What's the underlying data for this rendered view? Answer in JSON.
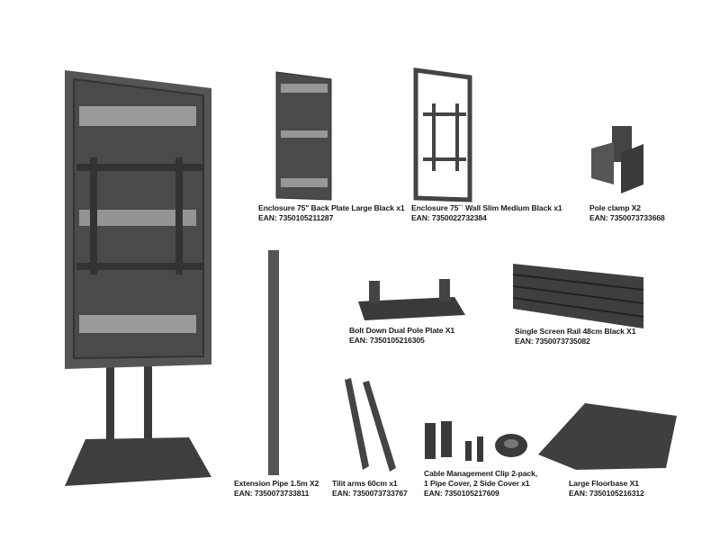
{
  "colors": {
    "product": "#4a4a4a",
    "dark": "#2e2e2e",
    "background": "#ffffff"
  },
  "items": [
    {
      "name": "Enclosure 75\" Back Plate Large Black x1",
      "ean": "EAN: 7350105211287"
    },
    {
      "name": "Enclosure 75`` Wall Slim Medium Black x1",
      "ean": "EAN: 7350022732384"
    },
    {
      "name": "Pole clamp X2",
      "ean": "EAN: 7350073733668"
    },
    {
      "name": "Bolt Down Dual Pole Plate X1",
      "ean": "EAN: 7350105216305"
    },
    {
      "name": "Single Screen Rail 48cm Black X1",
      "ean": "EAN: 7350073735082"
    },
    {
      "name": "Extension Pipe 1.5m  X2",
      "ean": "EAN: 7350073733811"
    },
    {
      "name": "Tilit arms 60cm x1",
      "ean": "EAN: 7350073733767"
    },
    {
      "name_line1": "Cable Management Clip 2-pack,",
      "name_line2": "1 Pipe Cover, 2 Side Cover x1",
      "ean": "EAN: 7350105217609"
    },
    {
      "name": "Large Floorbase X1",
      "ean": "EAN: 7350105216312"
    }
  ]
}
